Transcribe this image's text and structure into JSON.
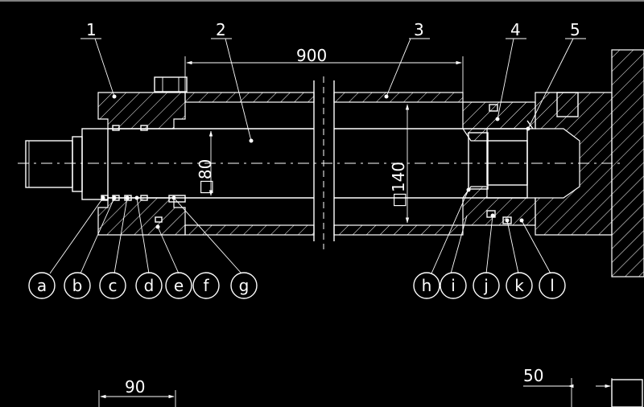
{
  "dimensions": {
    "length": "900",
    "rod": "□80",
    "bore": "□140",
    "bottom_left": "90",
    "bottom_right": "50"
  },
  "part_numbers": [
    "1",
    "2",
    "3",
    "4",
    "5"
  ],
  "seal_letters": [
    "a",
    "b",
    "c",
    "d",
    "e",
    "f",
    "g",
    "h",
    "i",
    "j",
    "k",
    "l"
  ],
  "colors": {
    "background": "#000000",
    "line": "#ffffff"
  }
}
